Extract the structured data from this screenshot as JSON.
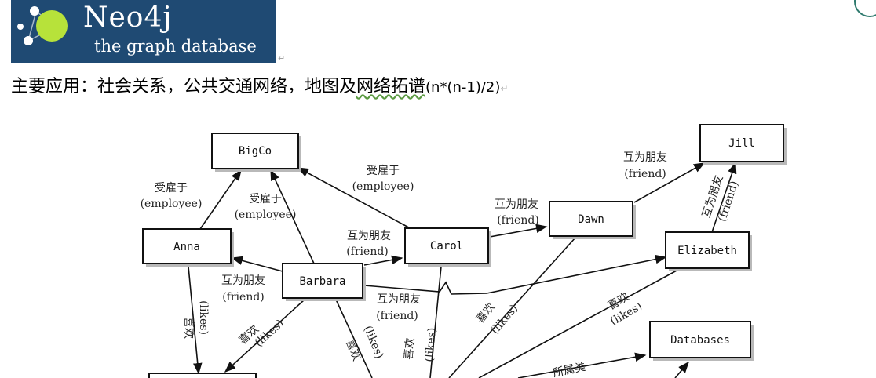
{
  "logo": {
    "title": "Neo4j",
    "subtitle": "the graph database",
    "colors": {
      "background": "#1f4a73",
      "circle": "#b7e23a",
      "dots": "#ffffff"
    }
  },
  "headline": {
    "text": "主要应用：社会关系，公共交通网络，地图及",
    "underlined": "网络拓谱",
    "formula": "(n*(n-1)/2)"
  },
  "graph": {
    "nodes": [
      {
        "id": "bigco",
        "label": "BigCo"
      },
      {
        "id": "anna",
        "label": "Anna"
      },
      {
        "id": "barbara",
        "label": "Barbara"
      },
      {
        "id": "carol",
        "label": "Carol"
      },
      {
        "id": "dawn",
        "label": "Dawn"
      },
      {
        "id": "jill",
        "label": "Jill"
      },
      {
        "id": "elizabeth",
        "label": "Elizabeth"
      },
      {
        "id": "databases",
        "label": "Databases"
      }
    ],
    "edges": [
      {
        "id": "anna-bigco",
        "label1": "受雇于",
        "label2": "(employee)"
      },
      {
        "id": "barbara-bigco",
        "label1": "受雇于",
        "label2": "(employee)"
      },
      {
        "id": "carol-bigco",
        "label1": "受雇于",
        "label2": "(employee)"
      },
      {
        "id": "barbara-anna",
        "label1": "互为朋友",
        "label2": "(friend)"
      },
      {
        "id": "barbara-carol",
        "label1": "互为朋友",
        "label2": "(friend)"
      },
      {
        "id": "carol-dawn",
        "label1": "互为朋友",
        "label2": "(friend)"
      },
      {
        "id": "dawn-jill",
        "label1": "互为朋友",
        "label2": "(friend)"
      },
      {
        "id": "elizabeth-jill",
        "label1": "互为朋友",
        "label2": "(friend)"
      },
      {
        "id": "barbara-elizabeth",
        "label1": "互为朋友",
        "label2": "(friend)"
      },
      {
        "id": "anna-likes",
        "label1": "喜欢",
        "label2": "(likes)"
      },
      {
        "id": "barbara-likes-left",
        "label1": "喜欢",
        "label2": "(likes)"
      },
      {
        "id": "barbara-likes-down",
        "label1": "喜欢",
        "label2": "(likes)"
      },
      {
        "id": "carol-likes",
        "label1": "喜欢",
        "label2": "(likes)"
      },
      {
        "id": "dawn-likes",
        "label1": "喜欢",
        "label2": "(likes)"
      },
      {
        "id": "elizabeth-likes",
        "label1": "喜欢",
        "label2": "(likes)"
      },
      {
        "id": "belongs-databases",
        "label1": "所属类"
      }
    ]
  }
}
